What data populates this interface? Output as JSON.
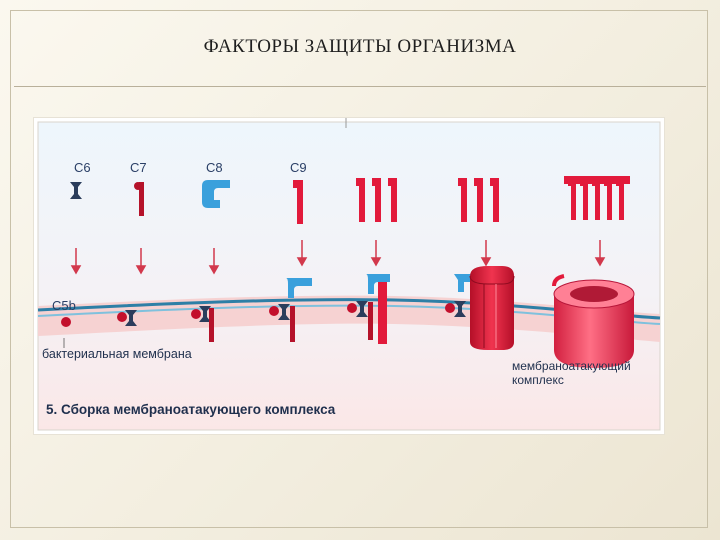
{
  "slide": {
    "title": "ФАКТОРЫ ЗАЩИТЫ ОРГАНИЗМА"
  },
  "figure": {
    "components": [
      "C6",
      "C7",
      "C8",
      "C9"
    ],
    "c5b_label": "C5b",
    "membrane_label": "бактериальная мембрана",
    "mac_label_line1": "мембраноатакующий",
    "mac_label_line2": "комплекс",
    "caption": "5. Сборка мембраноатакующего комплекса"
  },
  "colors": {
    "c6": "#2b3d5c",
    "c7": "#b5122a",
    "c8": "#3aa0dc",
    "c9": "#e21a3b",
    "c5b": "#c3102c",
    "membrane": "#2e7fa6",
    "figure_bg": "#ffffff"
  }
}
